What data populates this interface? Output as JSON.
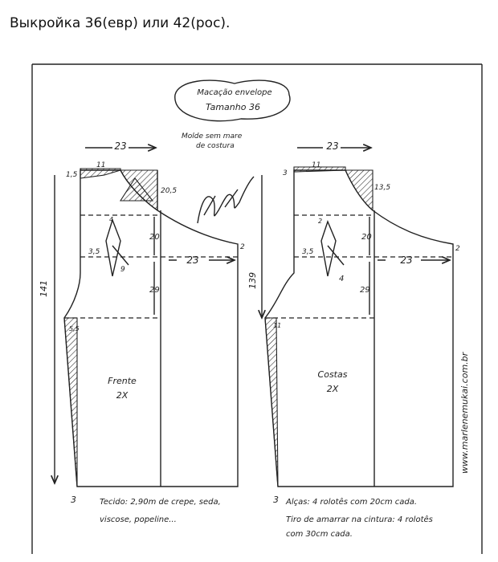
{
  "caption": "Выкройка 36(евр) или 42(рос).",
  "title_bubble": [
    "Macação envelope",
    "Tamanho 36"
  ],
  "note_seam": [
    "Molde sem mare",
    "de costura"
  ],
  "watermark": "www.marlenemukai.com.br",
  "signature_text": "Marlene Mukai",
  "front": {
    "label": [
      "Frente",
      "2X"
    ],
    "dim_top": "23",
    "dim_side": "23",
    "dim_neck": "11",
    "dim_shoulder_drop": "20,5",
    "dim_armhole": "20",
    "dim_waist": "29",
    "dim_length": "141",
    "dim_left_top": "1,5",
    "dim_dart_small": "4",
    "dim_dart_width": "3,5",
    "dim_dart_len": "9",
    "dim_hem": "3",
    "dim_hip": "5,5",
    "dim_side_right": "2"
  },
  "back": {
    "label": [
      "Costas",
      "2X"
    ],
    "dim_top": "23",
    "dim_side": "23",
    "dim_neck": "11",
    "dim_shoulder_drop": "13,5",
    "dim_armhole": "20",
    "dim_waist": "29",
    "dim_length": "139",
    "dim_left_top": "3",
    "dim_dart_small": "2",
    "dim_dart_width": "3,5",
    "dim_dart_len": "4",
    "dim_hem": "3",
    "dim_hip": "11",
    "dim_side_right": "2"
  },
  "fabric_note": [
    "Tecido: 2,90m de crepe, seda,",
    "viscose, popeline..."
  ],
  "straps_note": [
    "Alças: 4 rolotês com 20cm cada.",
    "Tiro de amarrar na cintura: 4 rolotês",
    "com 30cm cada."
  ]
}
